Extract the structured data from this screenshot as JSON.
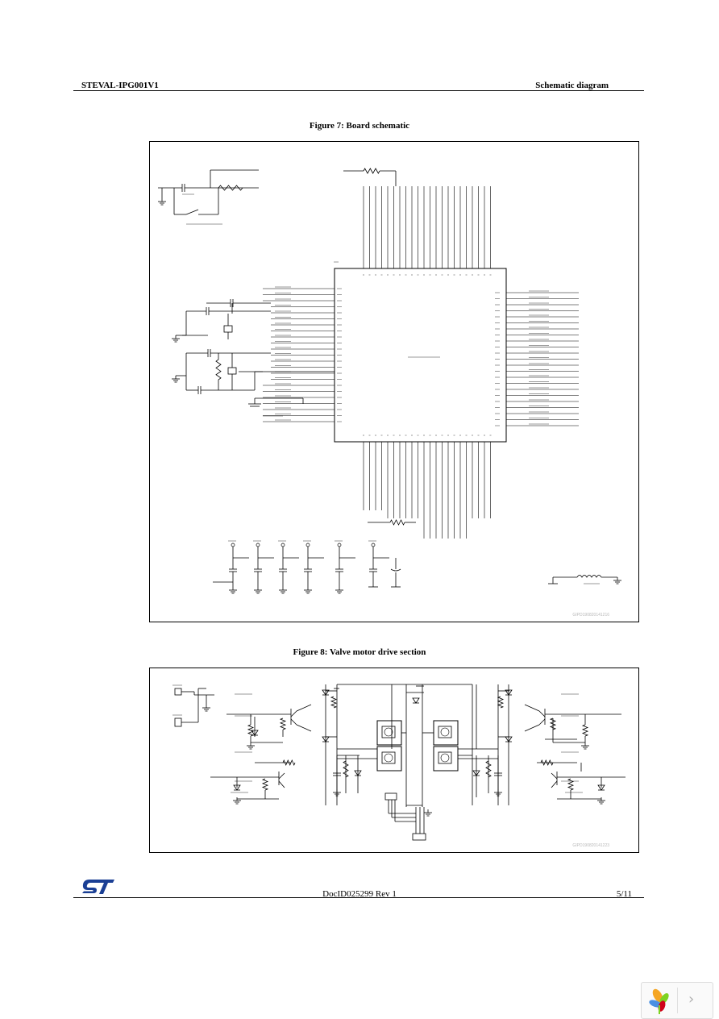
{
  "header": {
    "left": "STEVAL-IPG001V1",
    "right": "Schematic diagram"
  },
  "figure7": {
    "caption": "Figure 7: Board schematic",
    "watermark": "GIPD190820141216"
  },
  "figure8": {
    "caption": "Figure 8: Valve motor drive section",
    "watermark": "GIPD190820141223"
  },
  "footer": {
    "doc_id": "DocID025299 Rev 1",
    "page": "5/11"
  },
  "logo": {
    "name": "st-logo-icon",
    "color": "#1a3f94"
  },
  "viewer": {
    "next_icon": "chevron-right-icon",
    "flower_icon": "flower-icon"
  }
}
